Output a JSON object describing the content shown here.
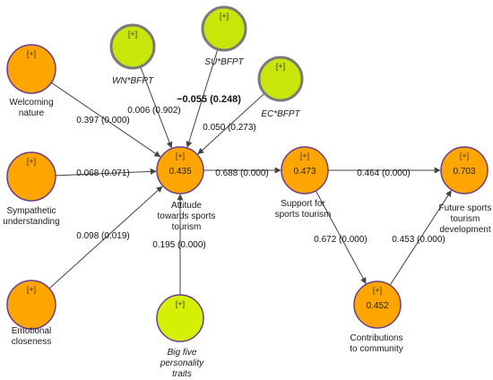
{
  "colors": {
    "latent_fill": "#ffa500",
    "latent_stroke": "#6a3d8a",
    "moderator_fill": "#c8e60a",
    "moderator_stroke": "#7a7a7a",
    "big_five_fill": "#d6f005",
    "arrow": "#444444"
  },
  "nodes": {
    "welcoming": {
      "plus": "[+]",
      "label": "Welcoming|nature"
    },
    "sympathetic": {
      "plus": "[+]",
      "label": "Sympathetic|understanding"
    },
    "emotional": {
      "plus": "[+]",
      "label": "Emotional|closeness"
    },
    "wn_bfpt": {
      "plus": "[+]",
      "label": "WN*BFPT"
    },
    "su_bfpt": {
      "plus": "[+]",
      "label": "SU*BFPT"
    },
    "ec_bfpt": {
      "plus": "[+]",
      "label": "EC*BFPT"
    },
    "attitude": {
      "plus": "[+]",
      "value": "0.435",
      "label": "Attitude|towards sports|tourism"
    },
    "big_five": {
      "plus": "[+]",
      "label": "Big five|personality|traits"
    },
    "support": {
      "plus": "[+]",
      "value": "0.473",
      "label": "Support for|sports tourism"
    },
    "future": {
      "plus": "[+]",
      "value": "0.703",
      "label": "Future sports|tourism|development"
    },
    "contributions": {
      "plus": "[+]",
      "value": "0.452",
      "label": "Contributions|to community"
    }
  },
  "edges": {
    "welcoming_attitude": "0.397 (0.000)",
    "wn_attitude": "0.006 (0.902)",
    "su_attitude": "−0.055 (0.248)",
    "ec_attitude": "0.050 (0.273)",
    "sympathetic_attitude": "0.068 (0.071)",
    "emotional_attitude": "0.098 (0.019)",
    "bigfive_attitude": "0.195 (0.000)",
    "attitude_support": "0.688 (0.000)",
    "support_future": "0.464 (0.000)",
    "support_contributions": "0.672 (0.000)",
    "contributions_future": "0.453 (0.000)"
  }
}
